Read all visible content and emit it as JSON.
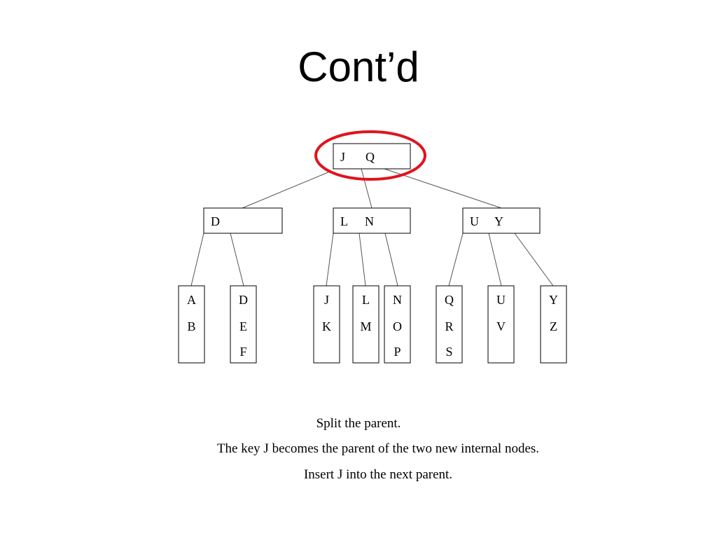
{
  "title": "Cont’d",
  "highlight_color": "#e0141e",
  "tree": {
    "root": {
      "keys": [
        "J",
        "Q"
      ]
    },
    "internal": [
      {
        "keys": [
          "D"
        ]
      },
      {
        "keys": [
          "L",
          "N"
        ]
      },
      {
        "keys": [
          "U",
          "Y"
        ]
      }
    ],
    "leaves": [
      {
        "keys": [
          "A",
          "B"
        ]
      },
      {
        "keys": [
          "D",
          "E",
          "F"
        ]
      },
      {
        "keys": [
          "J",
          "K"
        ]
      },
      {
        "keys": [
          "L",
          "M"
        ]
      },
      {
        "keys": [
          "N",
          "O",
          "P"
        ]
      },
      {
        "keys": [
          "Q",
          "R",
          "S"
        ]
      },
      {
        "keys": [
          "U",
          "V"
        ]
      },
      {
        "keys": [
          "Y",
          "Z"
        ]
      }
    ]
  },
  "caption": [
    "Split the parent.",
    "The key J becomes the parent of the two new internal nodes.",
    "Insert J into the next parent."
  ]
}
